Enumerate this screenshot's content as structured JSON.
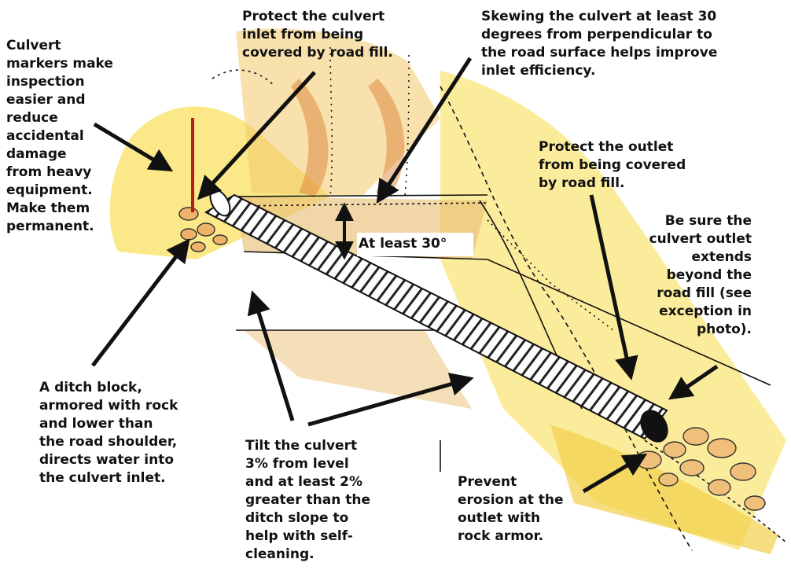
{
  "diagram": {
    "labels": {
      "markers": "Culvert\nmarkers make\ninspection\neasier and\nreduce\naccidental\ndamage\nfrom heavy\nequipment.\nMake them\npermanent.",
      "inlet_protect": "Protect the culvert\ninlet from being\ncovered by road fill.",
      "skew": "Skewing the culvert at least 30\ndegrees from perpendicular to\nthe road surface helps improve\ninlet efficiency.",
      "outlet_protect": "Protect the outlet\nfrom being covered\nby road fill.",
      "extend": "Be sure the\nculvert outlet\nextends\nbeyond the\nroad fill (see\nexception in\nphoto).",
      "angle": "At least 30°",
      "ditch_block": "A ditch block,\narmored with rock\nand lower than\nthe road shoulder,\ndirects water into\nthe culvert inlet.",
      "tilt": "Tilt the culvert\n3% from level\nand at least 2%\ngreater than the\nditch slope to\nhelp with self-\ncleaning.",
      "erosion": "Prevent\nerosion at the\noutlet with\nrock armor."
    },
    "colors": {
      "fill_yellow": "#f7dc4a",
      "fill_orange": "#e8b25c",
      "marker_red": "#b71c1c",
      "ink": "#111111"
    }
  }
}
